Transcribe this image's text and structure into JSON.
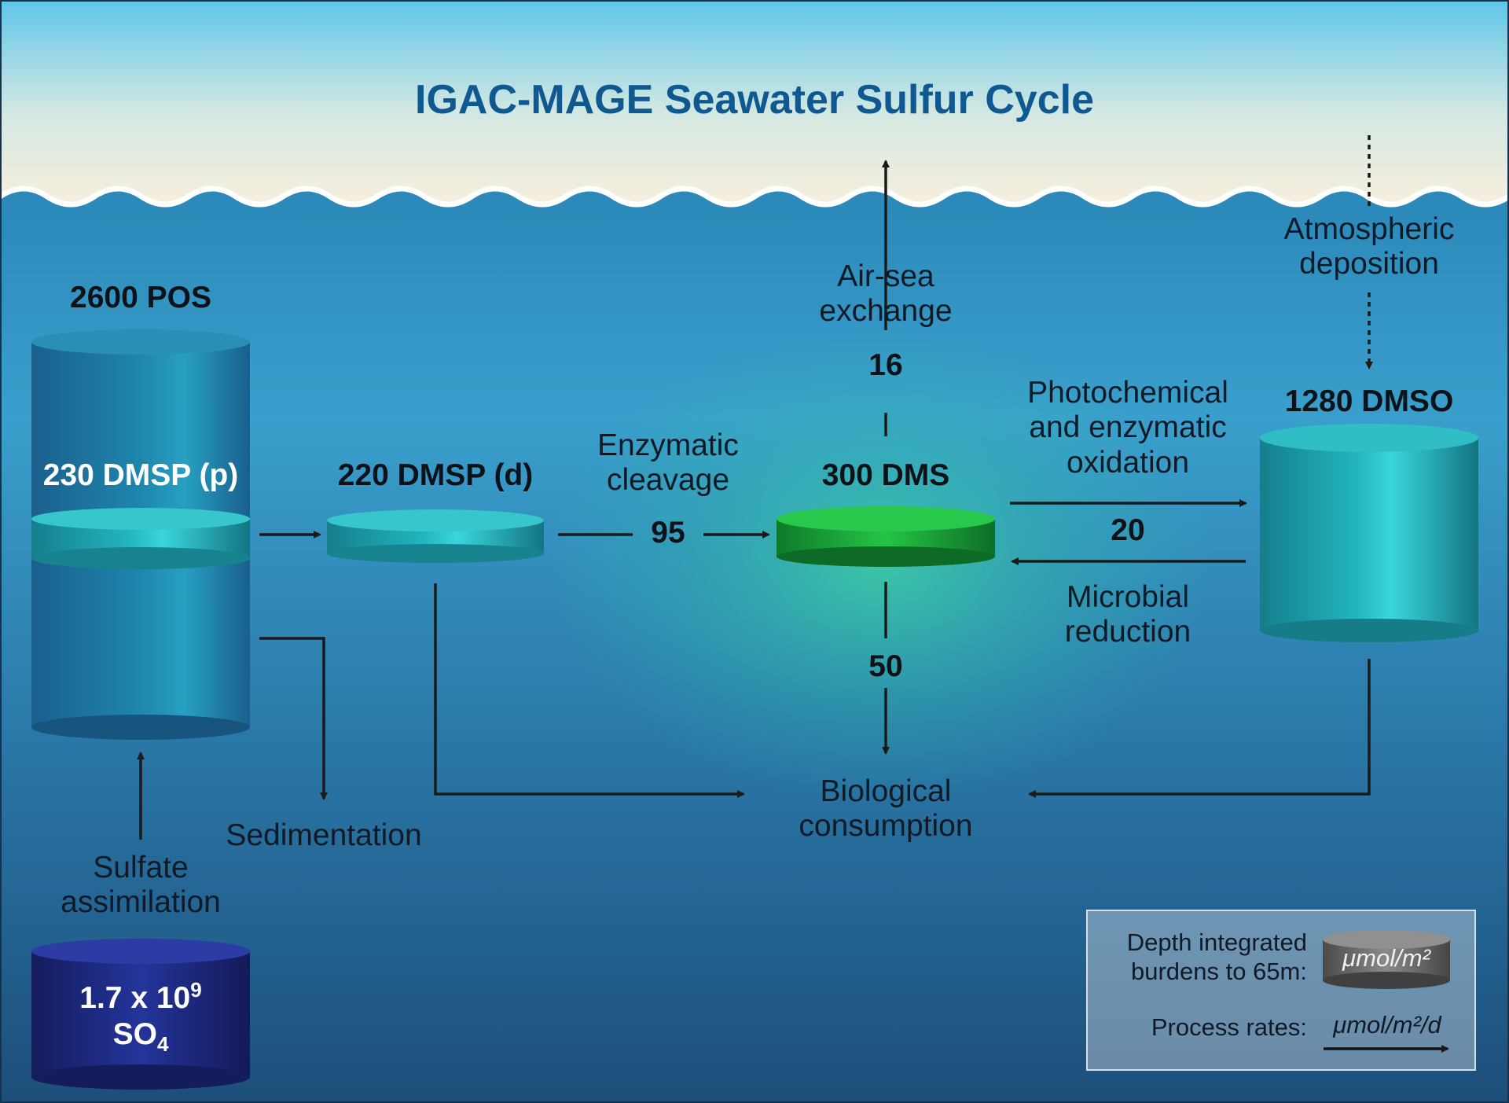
{
  "title": "IGAC-MAGE Seawater Sulfur Cycle",
  "pools": {
    "pos": "2600 POS",
    "dmsp_p": "230 DMSP (p)",
    "dmsp_d": "220 DMSP (d)",
    "dms": "300 DMS",
    "dmso": "1280 DMSO",
    "so4_line1": "1.7 x 10",
    "so4_exp": "9",
    "so4_line2": "SO",
    "so4_sub": "4"
  },
  "processes": {
    "air_sea": [
      "Air-sea",
      "exchange"
    ],
    "atmospheric": [
      "Atmospheric",
      "deposition"
    ],
    "enzymatic": [
      "Enzymatic",
      "cleavage"
    ],
    "photochemical": [
      "Photochemical",
      "and enzymatic",
      "oxidation"
    ],
    "microbial": [
      "Microbial",
      "reduction"
    ],
    "biological": [
      "Biological",
      "consumption"
    ],
    "sedimentation": "Sedimentation",
    "sulfate": [
      "Sulfate",
      "assimilation"
    ]
  },
  "rates": {
    "air_sea": "16",
    "enzymatic": "95",
    "oxidation": "20",
    "consumption": "50"
  },
  "legend": {
    "burdens_line1": "Depth integrated",
    "burdens_line2": "burdens to 65m:",
    "burden_unit": "μmol/m²",
    "rates_label": "Process rates:",
    "rate_unit": "μmol/m²/d"
  },
  "colors": {
    "title": "#0f5890",
    "pool_teal": "#1a9aa8",
    "dms_green": "#1fb043",
    "so4_navy": "#1e2a80",
    "sky": "#6ecce8",
    "sea": "#2a6fa0"
  }
}
